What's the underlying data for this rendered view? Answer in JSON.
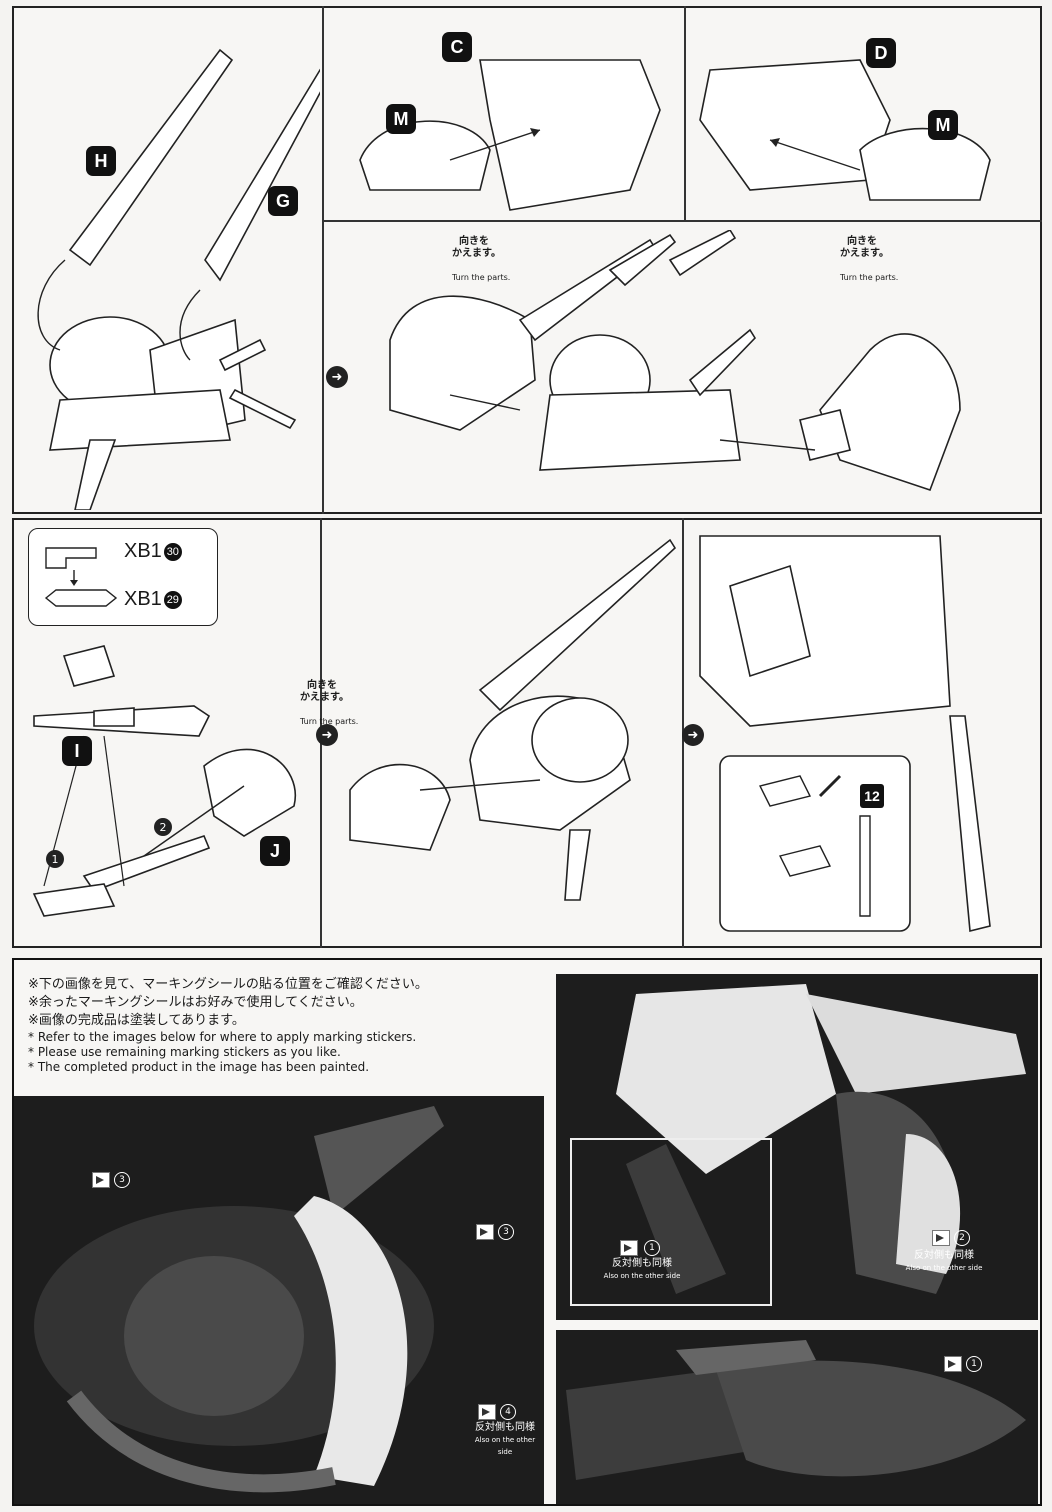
{
  "step_labels": {
    "H": "H",
    "G": "G",
    "C": "C",
    "M1": "M",
    "D": "D",
    "M2": "M",
    "I": "I",
    "J": "J"
  },
  "turn_notes": [
    {
      "ja": "向きを\nかえます。",
      "en": "Turn the parts."
    },
    {
      "ja": "向きを\nかえます。",
      "en": "Turn the parts."
    },
    {
      "ja": "向きを\nかえます。",
      "en": "Turn the parts."
    }
  ],
  "parts": {
    "xb1_30": {
      "text": "XB1",
      "num": "30"
    },
    "xb1_29": {
      "text": "XB1",
      "num": "29"
    },
    "part12": "12"
  },
  "sequence": {
    "step1": "1",
    "step2": "2"
  },
  "marking_notes": {
    "ja": [
      "※下の画像を見て、マーキングシールの貼る位置をご確認ください。",
      "※余ったマーキングシールはお好みで使用してください。",
      "※画像の完成品は塗装してあります。"
    ],
    "en": [
      "* Refer to the images below for where to apply marking stickers.",
      "* Please use remaining marking stickers as you like.",
      "* The completed product in the image has been painted."
    ]
  },
  "stickers": {
    "left_photo": [
      {
        "num": "3"
      },
      {
        "num": "3"
      },
      {
        "num": "4",
        "ja": "反対側も同様",
        "en": "Also on the other side"
      }
    ],
    "right_photo": [
      {
        "num": "1",
        "ja": "反対側も同様",
        "en": "Also on the other side"
      },
      {
        "num": "2",
        "ja": "反対側も同様",
        "en": "Also on the other side"
      }
    ],
    "bottom_photo": [
      {
        "num": "1"
      }
    ]
  }
}
